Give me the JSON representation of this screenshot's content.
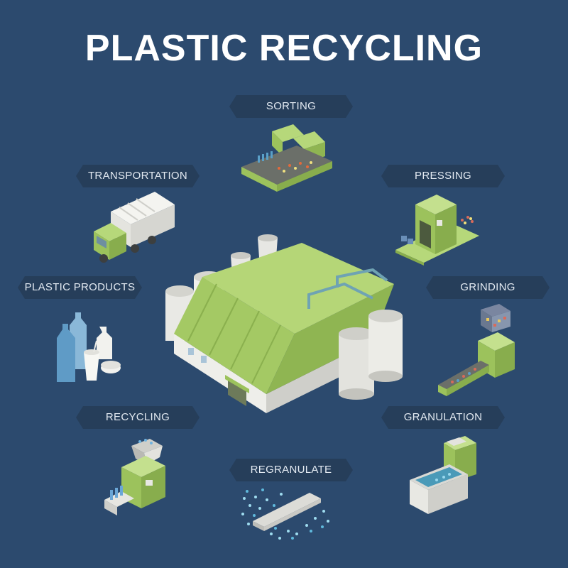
{
  "title": "PLASTIC RECYCLING",
  "labels": {
    "sorting": "SORTING",
    "transportation": "TRANSPORTATION",
    "pressing": "PRESSING",
    "plastic_products": "PLASTIC PRODUCTS",
    "grinding": "GRINDING",
    "recycling": "RECYCLING",
    "granulation": "GRANULATION",
    "regranulate": "REGRANULATE"
  },
  "colors": {
    "background": "#2c4a6e",
    "label_pill": "#263e5a",
    "machine_green": "#a6c967",
    "roof_green": "#9cc25c",
    "wall_white": "#eeeeea"
  },
  "icons": [
    "factory-icon",
    "sorting-machine-icon",
    "garbage-truck-icon",
    "press-machine-icon",
    "plastic-bottles-icon",
    "grinding-machine-icon",
    "recycling-machine-icon",
    "granulation-machine-icon",
    "regranulate-pellets-icon"
  ]
}
